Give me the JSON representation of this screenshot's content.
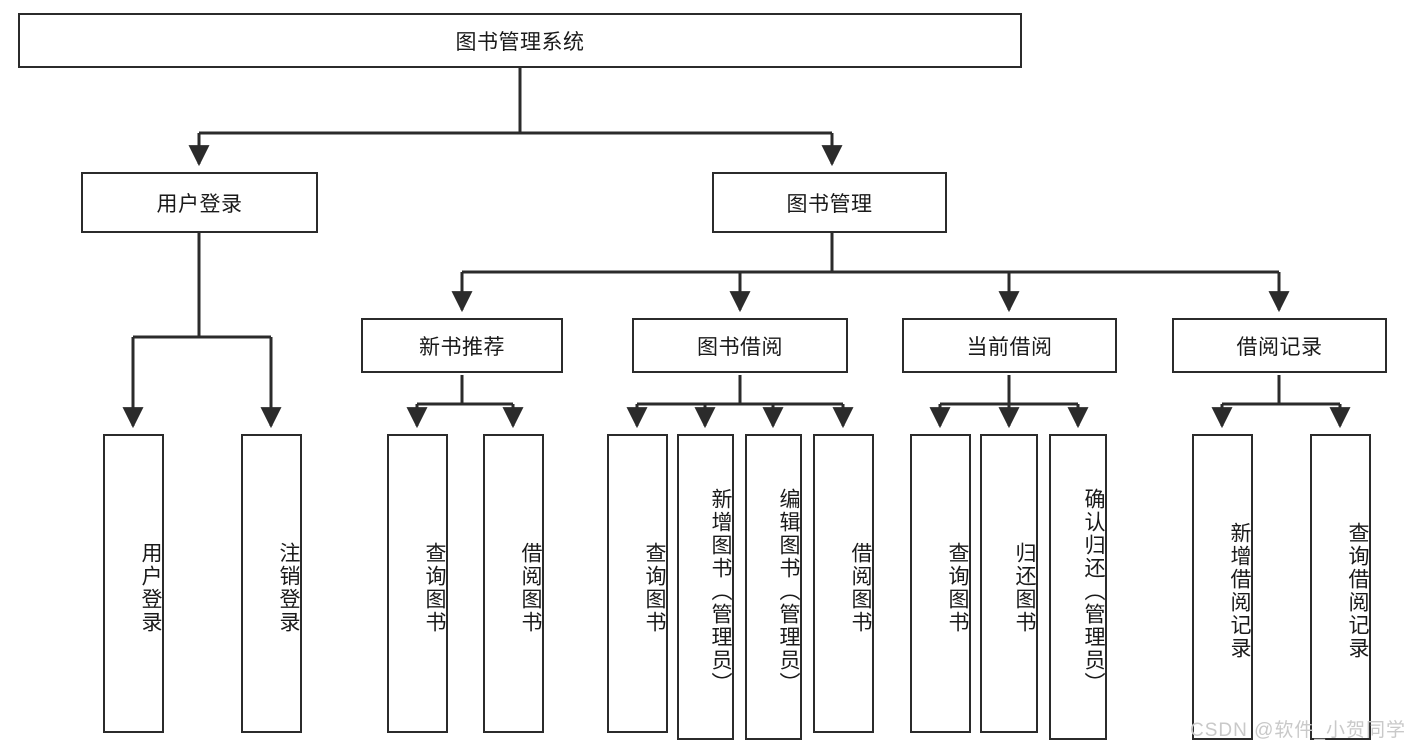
{
  "diagram": {
    "title": "图书管理系统",
    "root": {
      "label": "图书管理系统"
    },
    "level2": [
      {
        "label": "用户登录"
      },
      {
        "label": "图书管理"
      }
    ],
    "level3": [
      {
        "label": "新书推荐"
      },
      {
        "label": "图书借阅"
      },
      {
        "label": "当前借阅"
      },
      {
        "label": "借阅记录"
      }
    ],
    "leaves": {
      "user_login": [
        {
          "label": "用户登录"
        },
        {
          "label": "注销登录"
        }
      ],
      "new_book_recommend": [
        {
          "label": "查询图书"
        },
        {
          "label": "借阅图书"
        }
      ],
      "book_borrow": [
        {
          "label": "查询图书"
        },
        {
          "label": "新增图书（管理员）"
        },
        {
          "label": "编辑图书（管理员）"
        },
        {
          "label": "借阅图书"
        }
      ],
      "current_borrow": [
        {
          "label": "查询图书"
        },
        {
          "label": "归还图书"
        },
        {
          "label": "确认归还（管理员）"
        }
      ],
      "borrow_record": [
        {
          "label": "新增借阅记录"
        },
        {
          "label": "查询借阅记录"
        }
      ]
    }
  },
  "watermark": {
    "text": "CSDN @软件_小贺同学"
  },
  "colors": {
    "stroke": "#2b2b2b",
    "background": "#ffffff",
    "text": "#1a1a1a",
    "watermark": "#c9c9c9"
  }
}
